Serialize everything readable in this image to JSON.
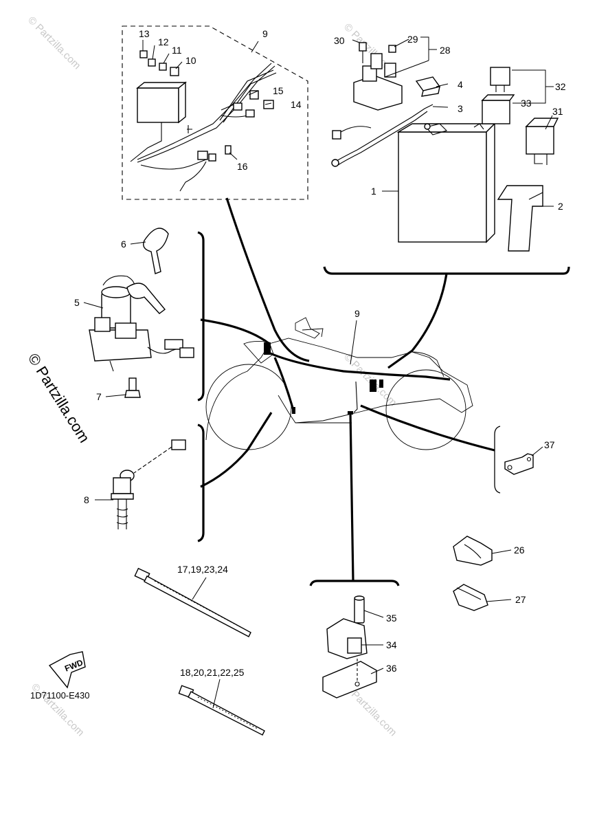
{
  "diagram": {
    "drawing_code": "1D71100-E430",
    "fwd_arrow_text": "FWD",
    "watermark": "© Partzilla.com",
    "labels": {
      "p1": "1",
      "p2": "2",
      "p3": "3",
      "p4": "4",
      "p5": "5",
      "p6": "6",
      "p7": "7",
      "p8": "8",
      "p9_box": "9",
      "p9_center": "9",
      "p10": "10",
      "p11": "11",
      "p12": "12",
      "p13": "13",
      "p14": "14",
      "p15": "15",
      "p16": "16",
      "p17_group": "17,19,23,24",
      "p18_group": "18,20,21,22,25",
      "p26": "26",
      "p27": "27",
      "p28": "28",
      "p29": "29",
      "p30": "30",
      "p31": "31",
      "p32": "32",
      "p33": "33",
      "p34": "34",
      "p35": "35",
      "p36": "36",
      "p37": "37"
    }
  }
}
